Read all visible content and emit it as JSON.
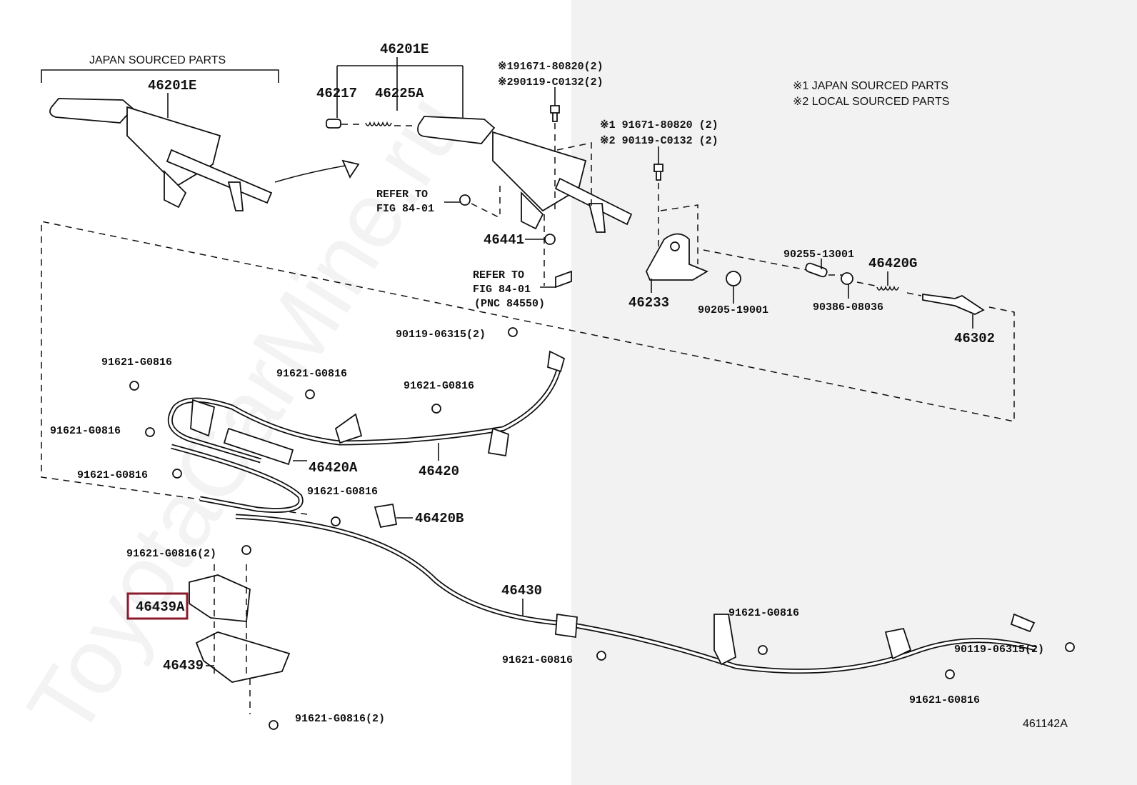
{
  "diagram_id": "461142A",
  "watermark": "ToyotaCarMine.ru",
  "colors": {
    "highlight": "#8b1a2b",
    "right_panel": "#f2f2f2"
  },
  "notes": {
    "japan_sourced_header": "JAPAN SOURCED PARTS",
    "legend_1": "※1 JAPAN SOURCED PARTS",
    "legend_2": "※2 LOCAL SOURCED PARTS"
  },
  "labels": {
    "p46201E_left": "46201E",
    "p46201E_top": "46201E",
    "p46217": "46217",
    "p46225A": "46225A",
    "bolt_a1": "※191671-80820(2)",
    "bolt_a2": "※290119-C0132(2)",
    "bolt_b1": "※1 91671-80820 (2)",
    "bolt_b2": "※2 90119-C0132 (2)",
    "refer1_a": "REFER TO",
    "refer1_b": "FIG 84-01",
    "p46441": "46441",
    "refer2_a": "REFER TO",
    "refer2_b": "FIG 84-01",
    "refer2_c": "(PNC 84550)",
    "p46233": "46233",
    "p90205": "90205-19001",
    "p90255": "90255-13001",
    "p46420G": "46420G",
    "p90386": "90386-08036",
    "p46302": "46302",
    "p90119_top": "90119-06315(2)",
    "g1": "91621-G0816",
    "g2": "91621-G0816",
    "g3": "91621-G0816",
    "g4": "91621-G0816",
    "g5": "91621-G0816",
    "g6": "91621-G0816",
    "g7": "91621-G0816(2)",
    "g8": "91621-G0816",
    "g9": "91621-G0816",
    "g10": "91621-G0816",
    "g11": "91621-G0816(2)",
    "p46420A": "46420A",
    "p46420": "46420",
    "p46420B": "46420B",
    "p46430": "46430",
    "p46439A": "46439A",
    "p46439": "46439",
    "p90119_right": "90119-06315(2)"
  }
}
